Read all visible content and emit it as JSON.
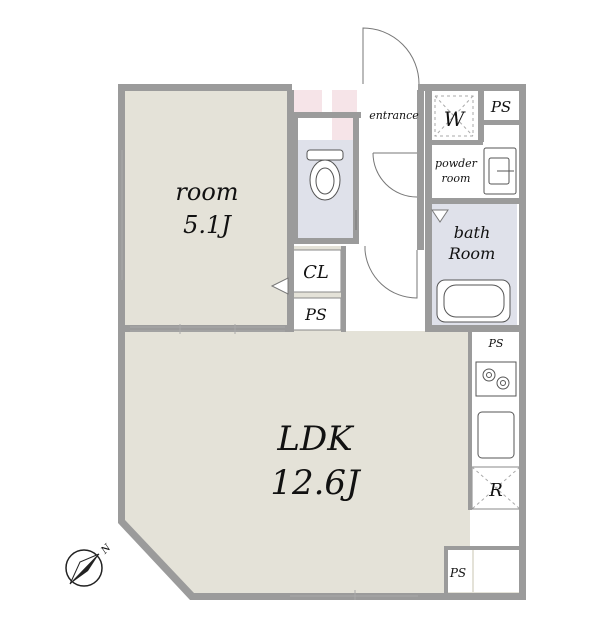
{
  "floorplan": {
    "rooms": {
      "room": {
        "name": "room",
        "size": "5.1J"
      },
      "ldk": {
        "name": "LDK",
        "size": "12.6J"
      },
      "bath": {
        "line1": "bath",
        "line2": "Room"
      },
      "powder": {
        "line1": "powder",
        "line2": "room"
      },
      "entrance": {
        "name": "entrance"
      }
    },
    "fixtures": {
      "washer": "W",
      "closet": "CL",
      "refrigerator": "R",
      "ps_top": "PS",
      "ps_center": "PS",
      "ps_kitchen": "PS",
      "ps_bottom": "PS"
    },
    "compass": {
      "north_label": "N"
    },
    "colors": {
      "wall": "#9b9b9b",
      "floor": "#e4e2d8",
      "wet_area": "#dfe1ea",
      "pink_accent": "#f6e4e8",
      "white": "#ffffff"
    }
  }
}
